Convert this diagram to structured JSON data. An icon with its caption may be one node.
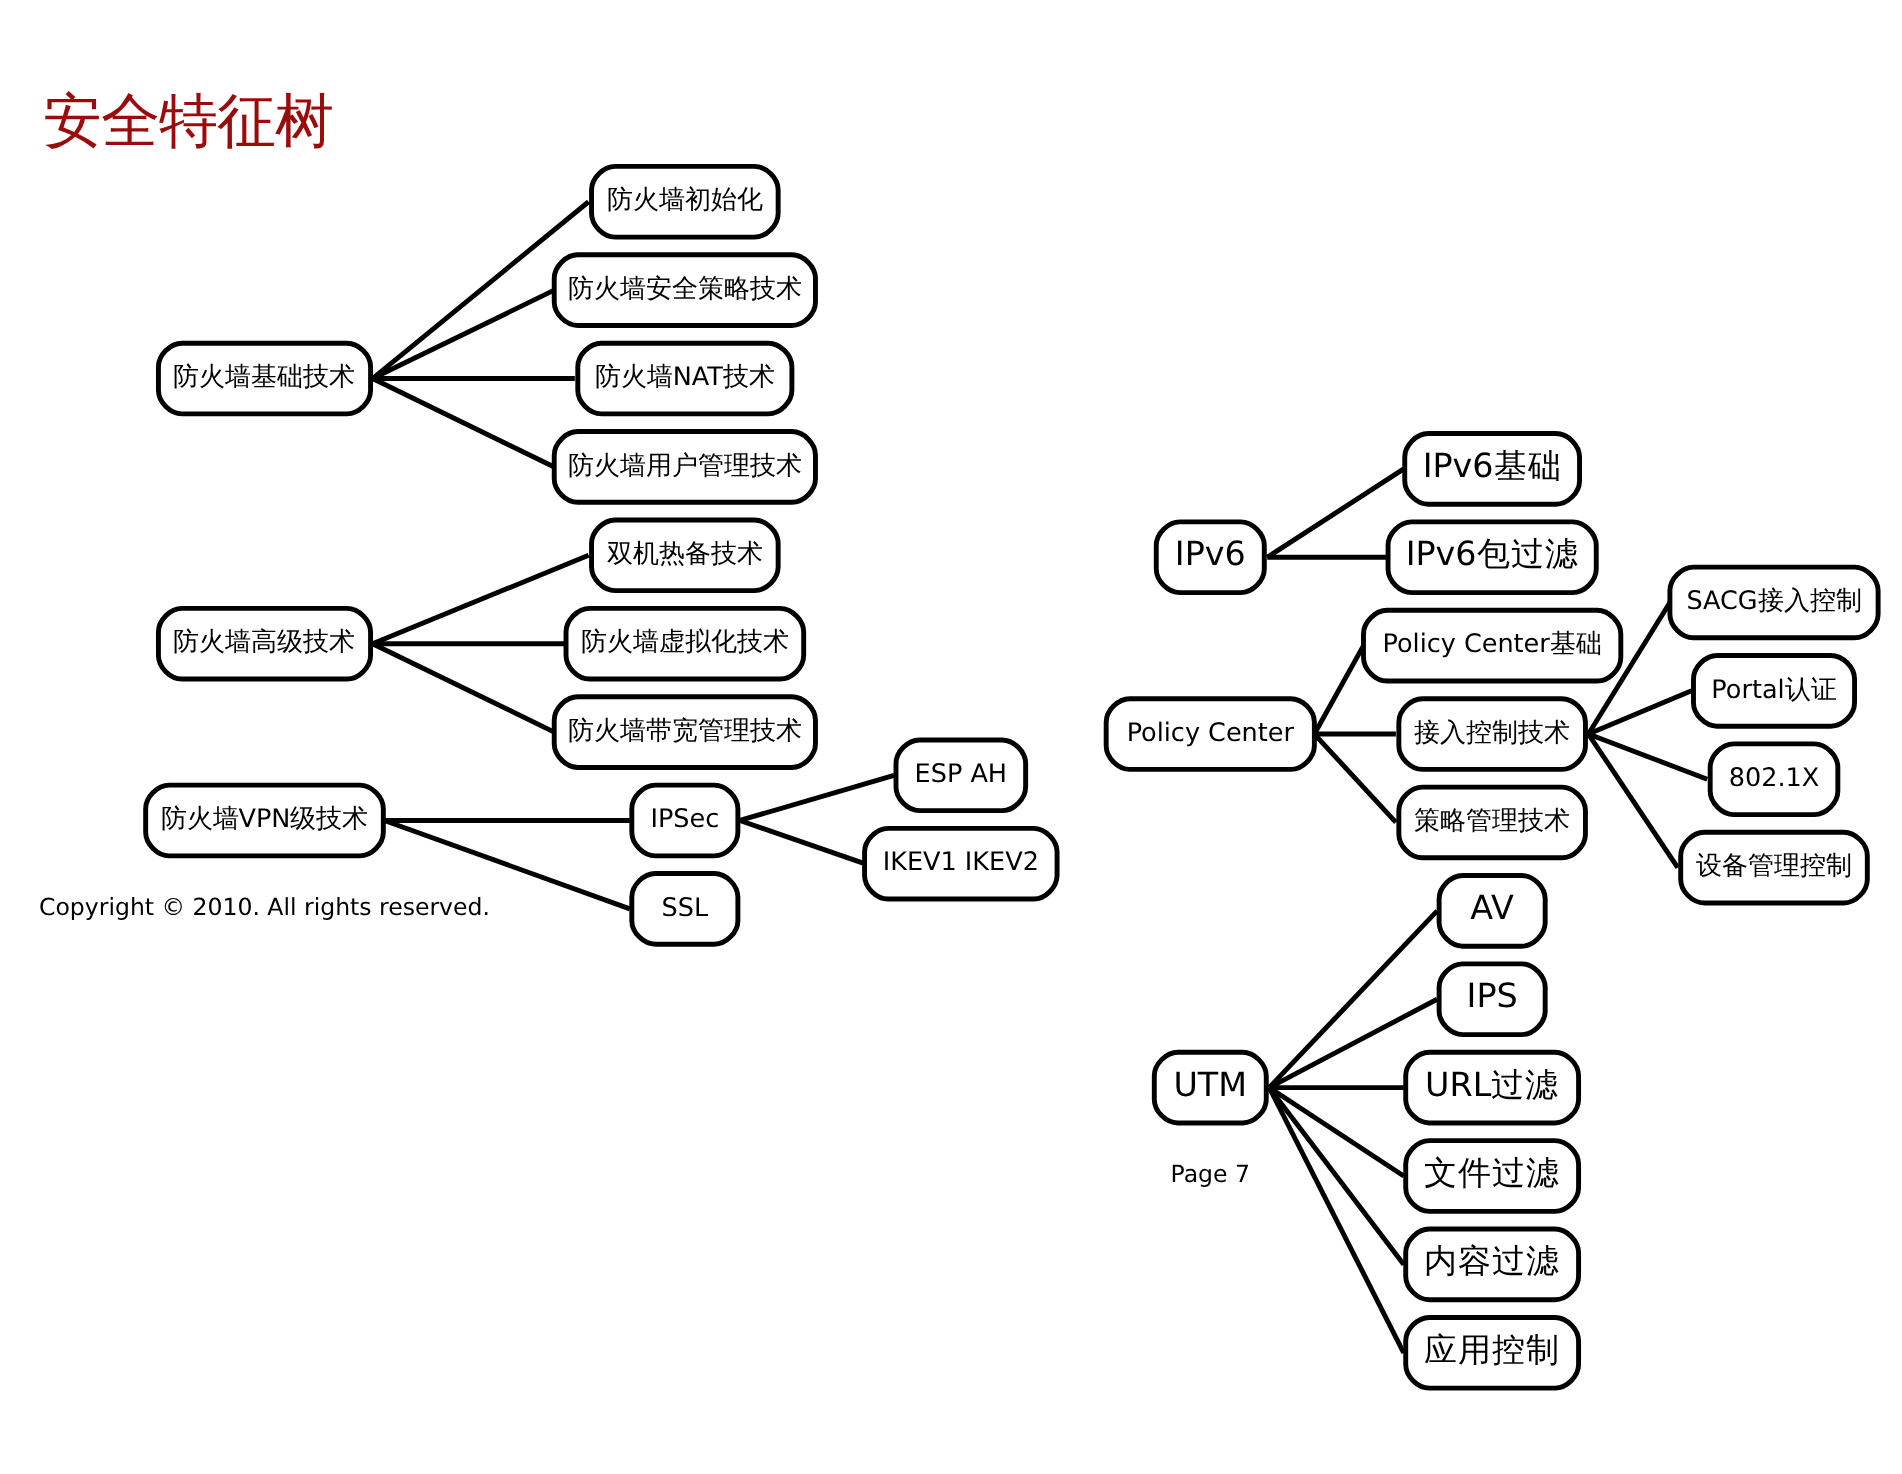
{
  "diagram": {
    "title": "安全特征树",
    "nodes": [
      {
        "text": [
          "防火墙基础技术"
        ]
      },
      {
        "text": [
          "防火墙初始化"
        ]
      },
      {
        "text": [
          "防火墙安全策略技术"
        ]
      },
      {
        "text": [
          "防火墙NAT技术"
        ]
      },
      {
        "text": [
          "防火墙用户管理技术"
        ]
      },
      {
        "text": [
          "防火墙高级技术"
        ]
      },
      {
        "text": [
          "双机热备技术"
        ]
      },
      {
        "text": [
          "防火墙虚拟化技术"
        ]
      },
      {
        "text": [
          "防火墙带宽管理技术"
        ]
      },
      {
        "text": [
          "防火墙VPN级技术"
        ]
      },
      {
        "text": [
          "IPSec"
        ]
      },
      {
        "text": [
          "SSL"
        ]
      },
      {
        "text": [
          "ESP AH"
        ]
      },
      {
        "text": [
          "IKEV1 IKEV2"
        ]
      },
      {
        "text": [
          "IPv6"
        ]
      },
      {
        "text": [
          "IPv6基础"
        ]
      },
      {
        "text": [
          "IPv6包过滤"
        ]
      },
      {
        "text": [
          "Policy Center"
        ]
      },
      {
        "text": [
          "Policy Center基础"
        ]
      },
      {
        "text": [
          "接入控制技术"
        ]
      },
      {
        "text": [
          "策略管理技术"
        ]
      },
      {
        "text": [
          "SACG接入控制"
        ]
      },
      {
        "text": [
          "Portal认证"
        ]
      },
      {
        "text": [
          "802.1X"
        ]
      },
      {
        "text": [
          "设备管理控制"
        ]
      },
      {
        "text": [
          "UTM"
        ]
      },
      {
        "text": [
          "AV"
        ]
      },
      {
        "text": [
          "IPS"
        ]
      },
      {
        "text": [
          "URL过滤"
        ]
      },
      {
        "text": [
          "文件过滤"
        ]
      },
      {
        "text": [
          "内容过滤"
        ]
      },
      {
        "text": [
          "应用控制"
        ]
      }
    ],
    "edges": [
      {
        "from": 0,
        "to": 1,
        "arrow": "none"
      },
      {
        "from": 0,
        "to": 2,
        "arrow": "none"
      },
      {
        "from": 0,
        "to": 3,
        "arrow": "none"
      },
      {
        "from": 0,
        "to": 4,
        "arrow": "none"
      },
      {
        "from": 5,
        "to": 6,
        "arrow": "none"
      },
      {
        "from": 5,
        "to": 7,
        "arrow": "none"
      },
      {
        "from": 5,
        "to": 8,
        "arrow": "none"
      },
      {
        "from": 9,
        "to": 10,
        "arrow": "none"
      },
      {
        "from": 9,
        "to": 11,
        "arrow": "none"
      },
      {
        "from": 10,
        "to": 12,
        "arrow": "none"
      },
      {
        "from": 10,
        "to": 13,
        "arrow": "none"
      },
      {
        "from": 14,
        "to": 15,
        "arrow": "none"
      },
      {
        "from": 14,
        "to": 16,
        "arrow": "none"
      },
      {
        "from": 17,
        "to": 18,
        "arrow": "none"
      },
      {
        "from": 17,
        "to": 19,
        "arrow": "none"
      },
      {
        "from": 17,
        "to": 20,
        "arrow": "none"
      },
      {
        "from": 19,
        "to": 21,
        "arrow": "none"
      },
      {
        "from": 19,
        "to": 22,
        "arrow": "none"
      },
      {
        "from": 19,
        "to": 23,
        "arrow": "none"
      },
      {
        "from": 19,
        "to": 24,
        "arrow": "none"
      },
      {
        "from": 25,
        "to": 26,
        "arrow": "none"
      },
      {
        "from": 25,
        "to": 27,
        "arrow": "none"
      },
      {
        "from": 25,
        "to": 28,
        "arrow": "none"
      },
      {
        "from": 25,
        "to": 29,
        "arrow": "none"
      },
      {
        "from": 25,
        "to": 30,
        "arrow": "none"
      },
      {
        "from": 25,
        "to": 31,
        "arrow": "none"
      }
    ],
    "labels": [
      "Copyright © 2010. All rights reserved.",
      "Page 7"
    ]
  }
}
